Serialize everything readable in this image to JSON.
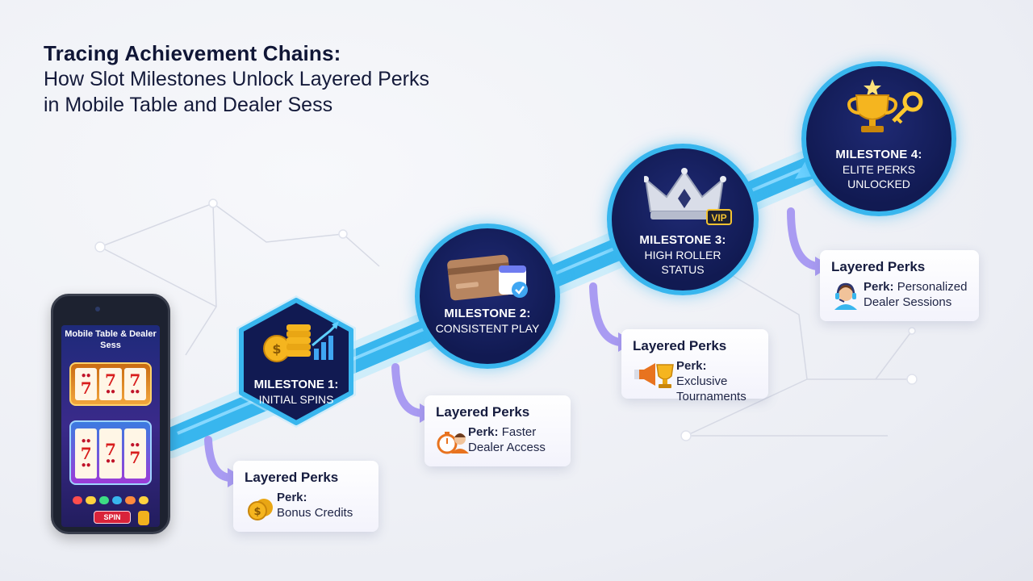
{
  "title": {
    "line1": "Tracing Achievement Chains:",
    "line2": "How Slot Milestones Unlock Layered Perks",
    "line3": "in Mobile Table and Dealer Sess"
  },
  "phone": {
    "screen_title": "Mobile Table & Dealer Sess",
    "spin_label": "SPIN"
  },
  "colors": {
    "path_blue": "#38b6ee",
    "node_navy": "#111a52",
    "connector_purple": "#a99bf2"
  },
  "milestones": [
    {
      "name": "MILESTONE 1:",
      "desc": "INITIAL SPINS",
      "icon": "coins-chart-icon"
    },
    {
      "name": "MILESTONE 2:",
      "desc": "CONSISTENT PLAY",
      "icon": "card-calendar-icon"
    },
    {
      "name": "MILESTONE 3:",
      "desc_line1": "HIGH ROLLER",
      "desc_line2": "STATUS",
      "icon": "vip-crown-icon",
      "badge": "VIP"
    },
    {
      "name": "MILESTONE 4:",
      "desc_line1": "ELITE PERKS",
      "desc_line2": "UNLOCKED",
      "icon": "trophy-key-icon"
    }
  ],
  "perks": [
    {
      "title": "Layered Perks",
      "label": "Perk:",
      "text_line1": "",
      "text_line2": "Bonus Credits",
      "icon": "coins-icon"
    },
    {
      "title": "Layered Perks",
      "label": "Perk:",
      "text_line1": "Faster",
      "text_line2": "Dealer Access",
      "icon": "stopwatch-dealer-icon"
    },
    {
      "title": "Layered Perks",
      "label": "Perk:",
      "text_line1": "Exclusive",
      "text_line2": "Tournaments",
      "icon": "megaphone-trophy-icon"
    },
    {
      "title": "Layered Perks",
      "label": "Perk:",
      "text_line1": "Personalized",
      "text_line2": "Dealer Sessions",
      "icon": "headset-dealer-icon"
    }
  ]
}
